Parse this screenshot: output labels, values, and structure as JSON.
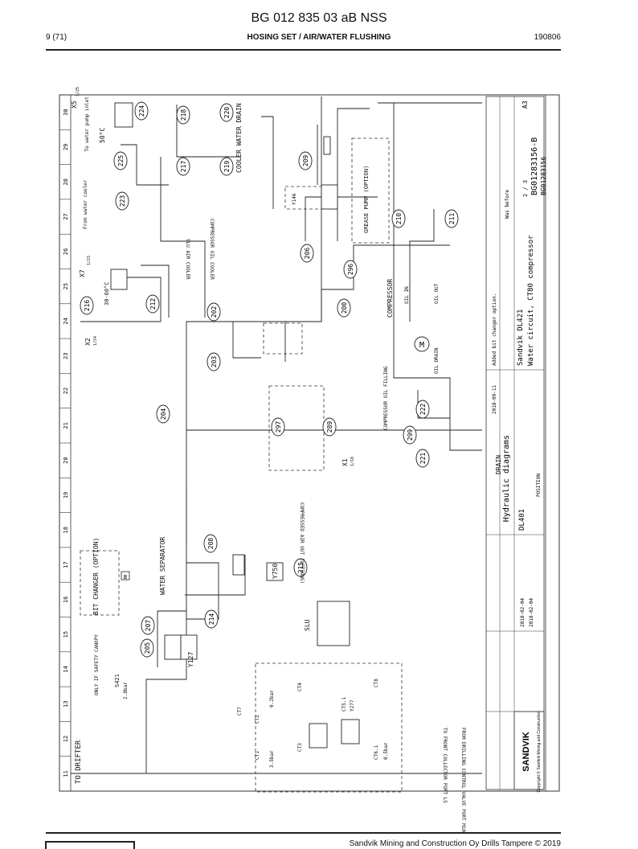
{
  "header": {
    "doc_id": "BG 012 835 03 aB NSS",
    "page": "9 (71)",
    "section": "HOSING SET / AIR/WATER FLUSHING",
    "date": "190806"
  },
  "footer": {
    "company": "Sandvik Mining and Construction Oy Drills Tampere © 2019"
  },
  "diagram": {
    "columns": [
      "11",
      "12",
      "13",
      "14",
      "15",
      "16",
      "17",
      "18",
      "19",
      "20",
      "21",
      "22",
      "23",
      "24",
      "25",
      "26",
      "27",
      "28",
      "29",
      "30"
    ],
    "circle_ids": [
      "224",
      "220",
      "218",
      "217",
      "219",
      "225",
      "223",
      "209",
      "206",
      "296",
      "210",
      "211",
      "216",
      "212",
      "202",
      "200",
      "203",
      "204",
      "208",
      "215",
      "297",
      "289",
      "207",
      "205",
      "214",
      "222",
      "221",
      "299"
    ],
    "labels": {
      "to_water_pump": "To water pump inlet",
      "x5": "X5",
      "x5_sub": "1/25",
      "temp_50": "50°C",
      "cooler_water_drain": "COOLER WATER DRAIN",
      "compressor_oil_cooler": "COMPRESSOR OIL COOLER",
      "slu_air_cooler": "SLU AIR COOLER",
      "x7": "X7",
      "x7_sub": "1/23",
      "from_water_cooler": "From water cooler",
      "grease_pump": "GREASE PUMP (OPTION)",
      "y146": "Y146",
      "temp_30_60": "30-60°C",
      "compressor": "COMPRESSOR",
      "x2": "X2",
      "x2_sub": "1/24",
      "oil_in": "OIL IN",
      "oil_out": "OIL OUT",
      "oil_drain": "OIL DRAIN",
      "compressor_oil_filling": "COMPRESSOR OIL FILLING",
      "drain": "DRAIN",
      "compressed_air_out": "COMPRESSED AIR OUT (OPTIONS)",
      "x1": "X1",
      "x1_sub": "1/18",
      "bit_changer": "BIT CHANGER (OPTION)",
      "water_separator": "WATER SEPARATOR",
      "y750": "Y750",
      "slu": "SLU",
      "only_if_safety_canopy": "ONLY IF SAFETY CANOPY",
      "s421": "S421",
      "s421_sub": "2.8bar",
      "y127": "Y127",
      "to_drifter": "TO DRIFTER",
      "ct7": "CT7",
      "ct2": "CT2",
      "ct2_sub": "0.2bar",
      "ct1": "CT1",
      "ct1_sub": "3.5bar",
      "ct3": "CT3",
      "ct4": "CT4",
      "ct5_1": "CT5.1",
      "y277": "Y277",
      "ct8": "CT8",
      "ct6_1": "CT6.1",
      "ct6_1_sub": "0.5bar",
      "port_ls": "TO FRONT COLLECTOR PORT LS",
      "port_m10": "FROM DRILLING CONTROL VALVE PORT M10",
      "sandvik": "SANDVIK",
      "copyright": "Copyright © Sandvik Mining and Construction"
    },
    "title_block": {
      "title_1": "Hydraulic diagrams",
      "title_2": "DL401",
      "position": "POSITION",
      "desc_1": "Sandvik DL421",
      "desc_2": "Water circuit, CT80 compressor",
      "sheet": "2 / 3",
      "size": "A3",
      "dwg_no": "BG01283156-B",
      "id_code": "BG01283156",
      "change_note": "Added bit changer option.",
      "was_before": "Was before",
      "rev_date": "2018-09-11",
      "drawn_by": "2018-02-04",
      "checked": "2018-02-04"
    }
  }
}
